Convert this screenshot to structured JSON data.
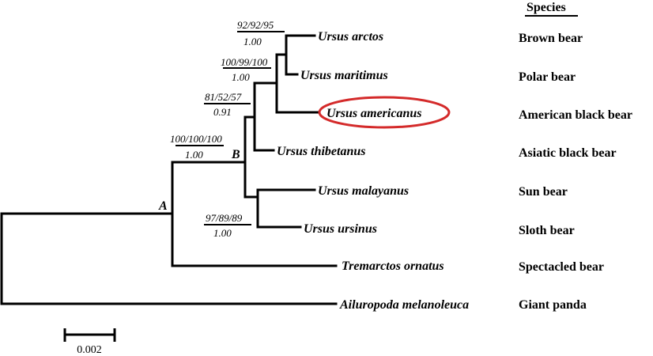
{
  "header": {
    "species_label": "Species"
  },
  "taxa": [
    {
      "scientific": "Ursus arctos",
      "common": "Brown bear"
    },
    {
      "scientific": "Ursus maritimus",
      "common": "Polar bear"
    },
    {
      "scientific": "Ursus americanus",
      "common": "American black bear",
      "highlighted": true
    },
    {
      "scientific": "Ursus thibetanus",
      "common": "Asiatic black bear"
    },
    {
      "scientific": "Ursus malayanus",
      "common": "Sun bear"
    },
    {
      "scientific": "Ursus ursinus",
      "common": "Sloth bear"
    },
    {
      "scientific": "Tremarctos ornatus",
      "common": "Spectacled bear"
    },
    {
      "scientific": "Ailuropoda melanoleuca",
      "common": "Giant panda"
    }
  ],
  "supports": [
    {
      "bootstrap": "92/92/95",
      "posterior": "1.00"
    },
    {
      "bootstrap": "100/99/100",
      "posterior": "1.00"
    },
    {
      "bootstrap": "81/52/57",
      "posterior": "0.91"
    },
    {
      "bootstrap": "100/100/100",
      "posterior": "1.00"
    },
    {
      "bootstrap": "97/89/89",
      "posterior": "1.00"
    }
  ],
  "node_labels": {
    "a": "A",
    "b": "B"
  },
  "scale_bar": {
    "label": "0.002"
  },
  "colors": {
    "highlight": "#d42a2a",
    "line": "#000000"
  }
}
